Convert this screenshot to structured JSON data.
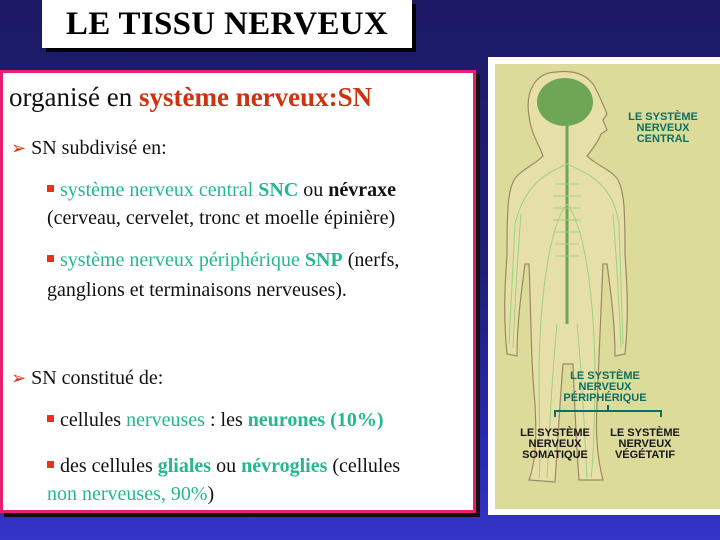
{
  "slide": {
    "title": "LE TISSU NERVEUX",
    "heading": {
      "prefix": "organisé  en ",
      "highlight": "système nerveux:SN"
    },
    "bullets": [
      {
        "text": "SN subdivisé en:",
        "sub": [
          {
            "green": "système nerveux central ",
            "green_bold": "SNC",
            "text": " ou ",
            "bold": "névraxe",
            "line2": "(cerveau, cervelet, tronc et moelle épinière)"
          },
          {
            "green": "système nerveux périphérique ",
            "green_bold": "SNP",
            "text": " (nerfs,",
            "line2": "ganglions et terminaisons nerveuses)."
          }
        ]
      },
      {
        "text": "SN constitué de:",
        "sub": [
          {
            "text": "cellules ",
            "green": "nerveuses",
            "text2": " : les ",
            "green_bold": "neurones (10%)"
          },
          {
            "text": "des cellules ",
            "green_bold": "gliales",
            "text2": " ou ",
            "green_bold2": "névroglies",
            "text3": " (cellules",
            "line2_green": "non nerveuses, 90%",
            "line2_end": ")"
          }
        ]
      }
    ]
  },
  "figure": {
    "labels": {
      "snc": [
        "LE SYSTÈME",
        "NERVEUX",
        "CENTRAL"
      ],
      "snp": [
        "LE SYSTÈME",
        "NERVEUX",
        "PÉRIPHÉRIQUE"
      ],
      "somatique": [
        "LE SYSTÈME",
        "NERVEUX",
        "SOMATIQUE"
      ],
      "vegetatif": [
        "LE SYSTÈME",
        "NERVEUX",
        "VÉGÉTATIF"
      ]
    }
  },
  "colors": {
    "background": "#1c1a66",
    "accent_red": "#cc3311",
    "accent_green": "#22b890",
    "border_pink": "#e81e6e",
    "figure_bg": "#dddb9a",
    "label_teal": "#0d6e62"
  }
}
